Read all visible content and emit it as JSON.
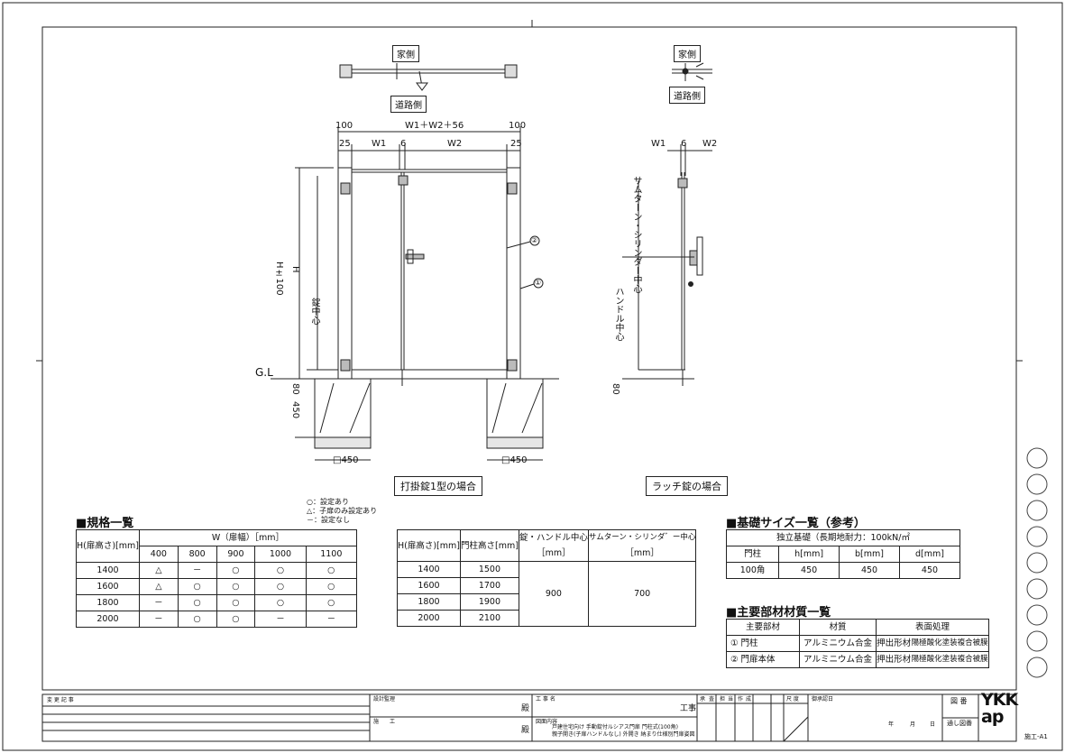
{
  "labels": {
    "house_side": "家側",
    "road_side": "道路側",
    "dim_total": "W1＋W2＋56",
    "dim_100": "100",
    "dim_25": "25",
    "dim_w1": "W1",
    "dim_6": "6",
    "dim_w2": "W2",
    "dim_h100": "H±100",
    "dim_h": "H",
    "lock_center": "錠中心",
    "gl": "G.L",
    "dim_80": "80",
    "dim_450": "450",
    "sq450": "□450",
    "callout1": "①",
    "callout2": "②",
    "thumbturn_center": "サムターン・シリンダー中心",
    "handle_center": "ハンドル中心",
    "caption_left": "打掛錠1型の場合",
    "caption_right": "ラッチ錠の場合"
  },
  "legend": [
    "○：設定あり",
    "△：子扉のみ設定あり",
    "－：設定なし"
  ],
  "spec_table": {
    "title": "■規格一覧",
    "h_header": "H(扉高さ)[mm]",
    "w_header": "W（扉幅）［mm］",
    "widths": [
      "400",
      "800",
      "900",
      "1000",
      "1100"
    ],
    "rows": [
      {
        "h": "1400",
        "cells": [
          "△",
          "－",
          "○",
          "○",
          "○"
        ]
      },
      {
        "h": "1600",
        "cells": [
          "△",
          "○",
          "○",
          "○",
          "○"
        ]
      },
      {
        "h": "1800",
        "cells": [
          "－",
          "○",
          "○",
          "○",
          "○"
        ]
      },
      {
        "h": "2000",
        "cells": [
          "－",
          "○",
          "○",
          "－",
          "－"
        ]
      }
    ]
  },
  "height_table": {
    "headers": [
      "H(扉高さ)[mm]",
      "門柱高さ[mm]",
      "錠・ハンドル中心",
      "サムターン・シリンダ゛ー中心"
    ],
    "unit": "［mm］",
    "rows": [
      [
        "1400",
        "1500"
      ],
      [
        "1600",
        "1700"
      ],
      [
        "1800",
        "1900"
      ],
      [
        "2000",
        "2100"
      ]
    ],
    "lock_center": "900",
    "thumbturn_center": "700"
  },
  "foundation_table": {
    "title": "■基礎サイズ一覧（参考）",
    "subtitle": "独立基礎（長期地耐力：100kN/㎡",
    "headers": [
      "門柱",
      "h[mm]",
      "b[mm]",
      "d[mm]"
    ],
    "row": [
      "100角",
      "450",
      "450",
      "450"
    ]
  },
  "materials_table": {
    "title": "■主要部材材質一覧",
    "headers": [
      "主要部材",
      "材質",
      "表面処理"
    ],
    "rows": [
      [
        "① 門柱",
        "アルミニウム合金",
        "押出形材",
        "陽極酸化塗装複合被膜"
      ],
      [
        "② 門扉本体",
        "アルミニウム合金",
        "押出形材",
        "陽極酸化塗装複合被膜"
      ]
    ]
  },
  "title_block": {
    "revision": "変 更 記 事",
    "design_supervisor": "設計監理",
    "construction": "施　　工",
    "honorific": "殿",
    "project_name_label": "工 事 名",
    "project_suffix": "工事",
    "drawing_content_label": "図面内容",
    "drawing_content_1": "戸建住宅向け 手動錠付ルシアス門扉 門柱式(100角)",
    "drawing_content_2": "親子開き(子扉ハンドルなし) 外開き 納まり仕様別門扉姿図",
    "stamp_labels": [
      "承",
      "査",
      "担",
      "当",
      "作",
      "成",
      "尺",
      "度"
    ],
    "scale": "尺 度",
    "approval_date": "御承認日",
    "date_labels": [
      "年",
      "月",
      "日"
    ],
    "drawing_no": "図 番",
    "ledger": "通し図番",
    "logo": "YKK ap",
    "sheet_code": "施工-A1"
  }
}
